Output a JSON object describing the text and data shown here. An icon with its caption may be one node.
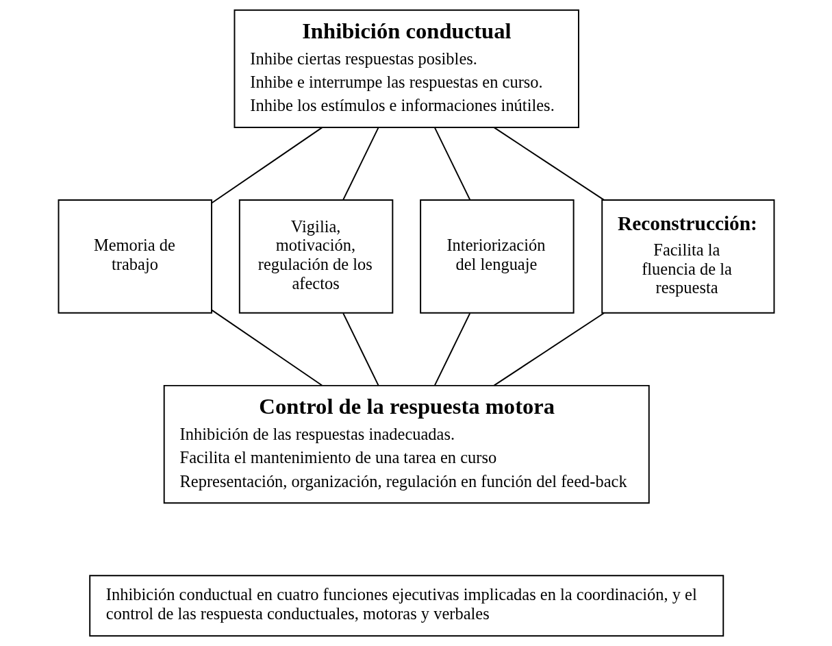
{
  "diagram": {
    "nodes": [
      {
        "text": [
          "Inhibición conductual",
          "Inhibe ciertas respuestas posibles.",
          "Inhibe e interrumpe las respuestas en curso.",
          "Inhibe los estímulos e informaciones inútiles."
        ]
      },
      {
        "text": [
          "Memoria de trabajo"
        ]
      },
      {
        "text": [
          "Vigilia, motivación, regulación de los afectos"
        ]
      },
      {
        "text": [
          "Interiorización del lenguaje"
        ]
      },
      {
        "text": [
          "Reconstrucción:",
          "Facilita la fluencia de la respuesta"
        ]
      },
      {
        "text": [
          "Control de la respuesta motora",
          "Inhibición de las respuestas inadecuadas.",
          "Facilita el mantenimiento de una tarea en curso",
          "Representación, organización, regulación en función del feed-back"
        ]
      },
      {
        "text": [
          "Inhibición conductual en cuatro funciones ejecutivas implicadas en la coordinación, y el control de las respuesta conductuales, motoras y verbales"
        ]
      }
    ],
    "edges": [
      {
        "from": 0,
        "to": 1,
        "arrow": "none"
      },
      {
        "from": 0,
        "to": 2,
        "arrow": "none"
      },
      {
        "from": 0,
        "to": 3,
        "arrow": "none"
      },
      {
        "from": 0,
        "to": 4,
        "arrow": "none"
      },
      {
        "from": 1,
        "to": 5,
        "arrow": "none"
      },
      {
        "from": 2,
        "to": 5,
        "arrow": "none"
      },
      {
        "from": 3,
        "to": 5,
        "arrow": "none"
      },
      {
        "from": 4,
        "to": 5,
        "arrow": "none"
      }
    ]
  }
}
